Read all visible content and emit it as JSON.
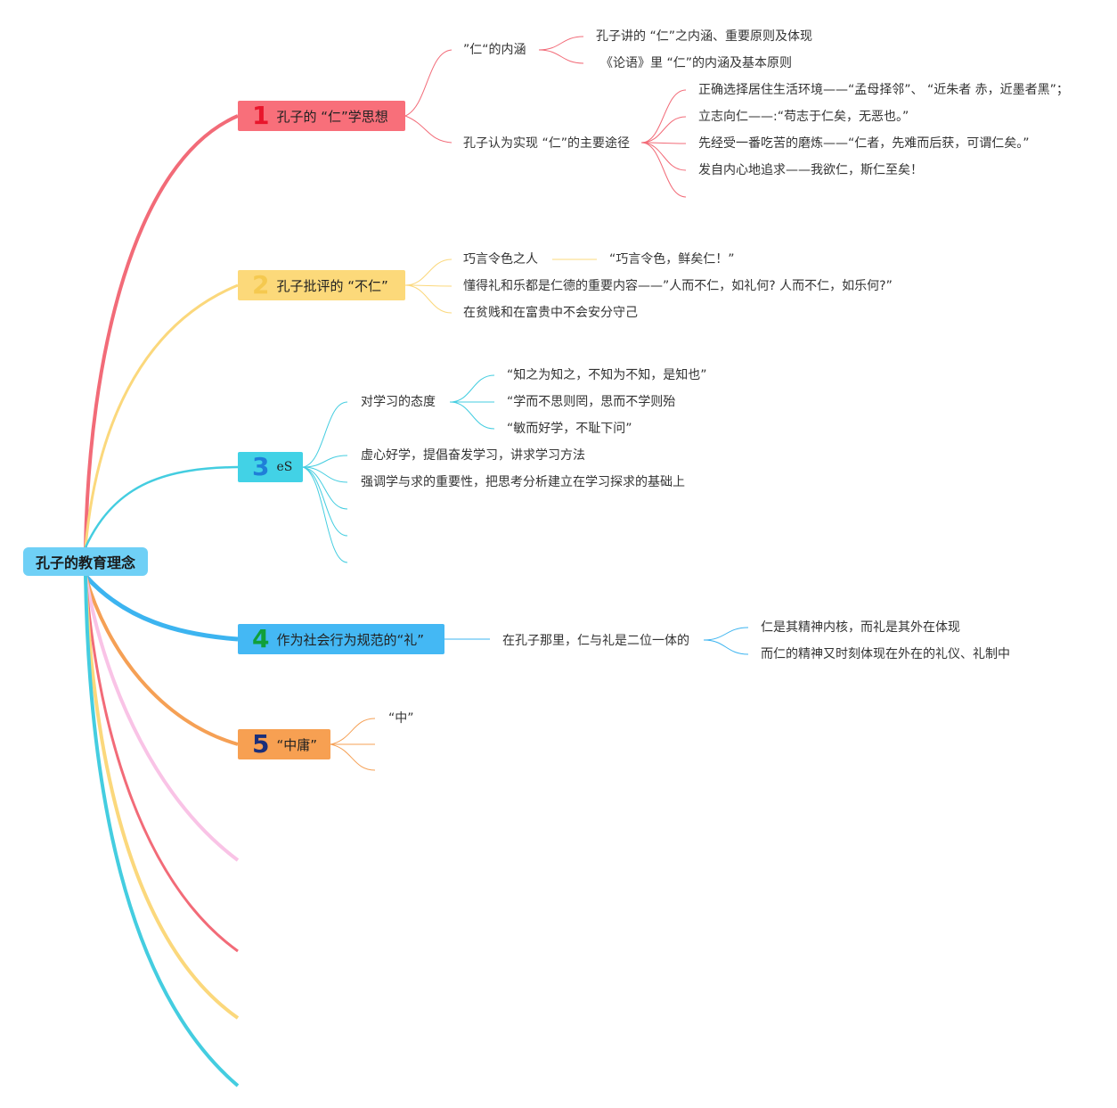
{
  "root": {
    "label": "孔子的教育理念"
  },
  "colors": {
    "red": "#f26b78",
    "yellow": "#fbd87c",
    "cyan": "#44cde0",
    "blue": "#3cb4f0",
    "orange": "#f5a055",
    "pink": "#f9c3e6"
  },
  "branches": [
    {
      "num": "1",
      "label": "孔子的 “仁”学思想",
      "children": [
        {
          "label": "”仁“的内涵",
          "children": [
            "孔子讲的 “仁”之内涵、重要原则及体现",
            "《论语》里 “仁”的内涵及基本原则"
          ]
        },
        {
          "label": "孔子认为实现 “仁”的主要途径",
          "children": [
            "正确选择居住生活环境——“孟母择邻”、 “近朱者 赤，近墨者黑”；",
            "立志向仁——:“苟志于仁矣，无恶也。”",
            "先经受一番吃苦的磨炼——“仁者，先难而后获，可谓仁矣。”",
            "发自内心地追求——我欲仁，斯仁至矣！"
          ]
        }
      ]
    },
    {
      "num": "2",
      "label": "孔子批评的 “不仁”",
      "children": [
        {
          "label": "巧言令色之人",
          "children": [
            "“巧言令色，鲜矣仁！”"
          ]
        },
        {
          "label": "懂得礼和乐都是仁德的重要内容——”人而不仁，如礼何? 人而不仁，如乐何?”"
        },
        {
          "label": "在贫贱和在富贵中不会安分守己"
        }
      ]
    },
    {
      "num": "3",
      "label": "eS",
      "children": [
        {
          "label": "对学习的态度",
          "children": [
            "“知之为知之，不知为不知，是知也”",
            "“学而不思则罔，思而不学则殆",
            "“敏而好学，不耻下问”"
          ]
        },
        {
          "label": "虚心好学，提倡奋发学习，讲求学习方法"
        },
        {
          "label": "强调学与求的重要性，把思考分析建立在学习探求的基础上"
        }
      ]
    },
    {
      "num": "4",
      "label": "作为社会行为规范的“礼”",
      "children": [
        {
          "label": "在孔子那里，仁与礼是二位一体的",
          "children": [
            "仁是其精神内核，而礼是其外在体现",
            "而仁的精神又时刻体现在外在的礼仪、礼制中"
          ]
        }
      ]
    },
    {
      "num": "5",
      "label": "“中庸”",
      "children": [
        {
          "label": "“中”"
        }
      ]
    }
  ]
}
